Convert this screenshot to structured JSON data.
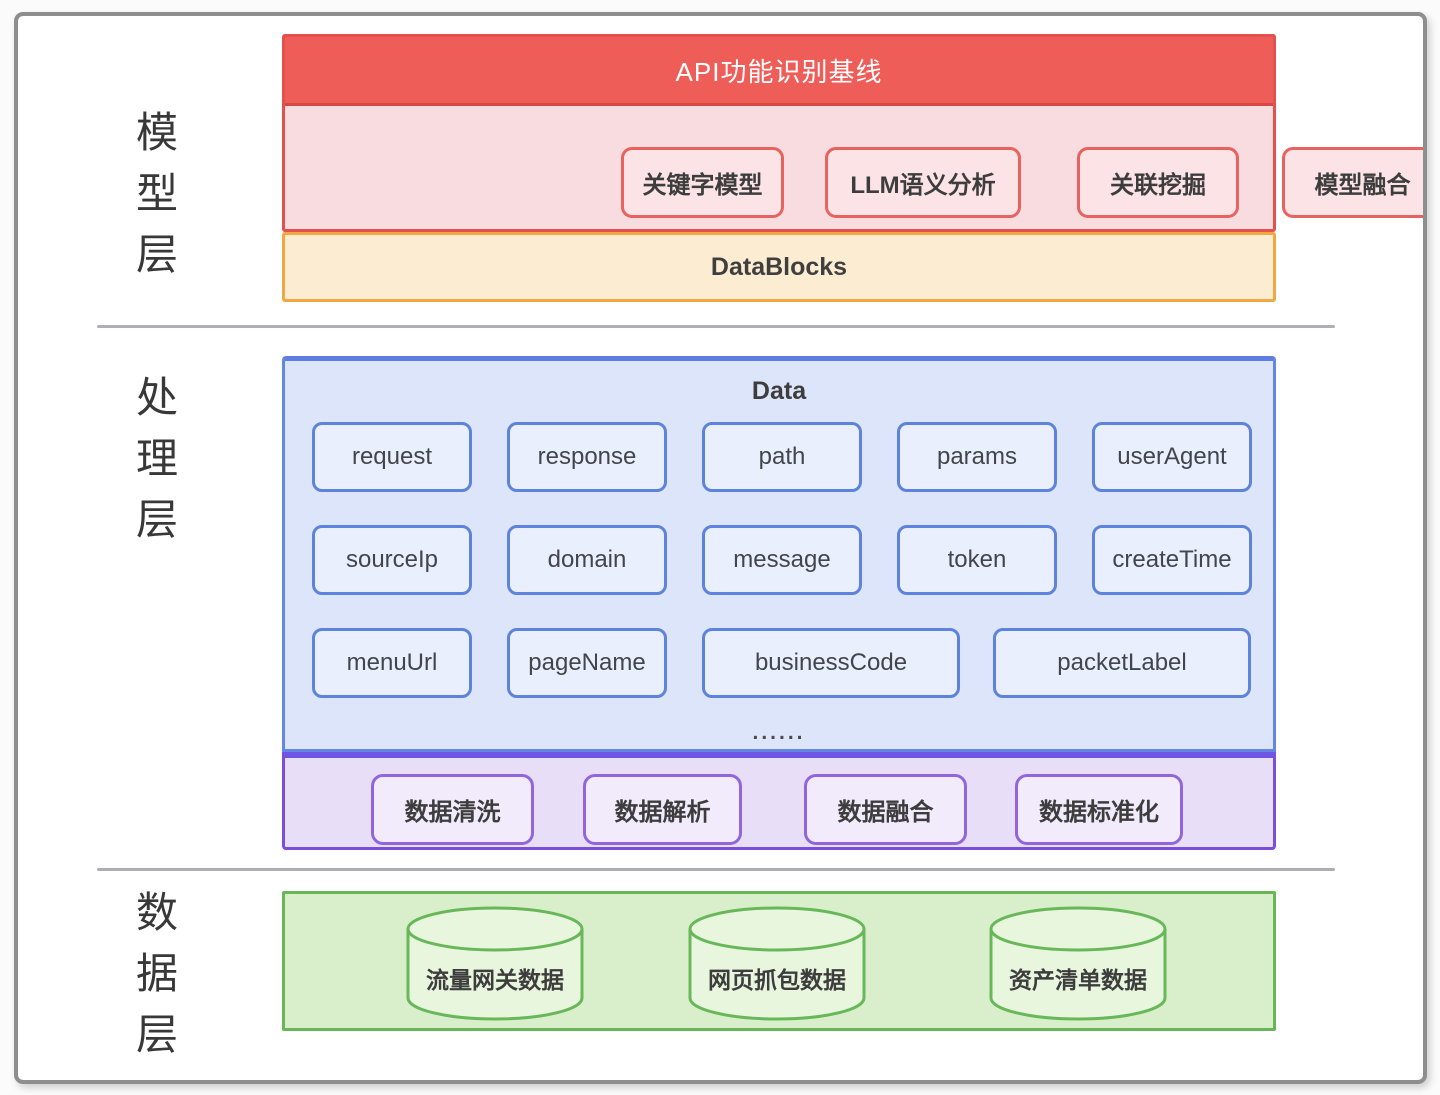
{
  "model_layer": {
    "label_chars": [
      "模",
      "型",
      "层"
    ],
    "banner": "API功能识别基线",
    "models": [
      "关键字模型",
      "LLM语义分析",
      "关联挖掘",
      "模型融合"
    ],
    "datablocks": "DataBlocks"
  },
  "processing_layer": {
    "label_chars": [
      "处",
      "理",
      "层"
    ],
    "data_title": "Data",
    "fields_row1": [
      "request",
      "response",
      "path",
      "params",
      "userAgent"
    ],
    "fields_row2": [
      "sourceIp",
      "domain",
      "message",
      "token",
      "createTime"
    ],
    "fields_row3": [
      "menuUrl",
      "pageName",
      "businessCode",
      "packetLabel"
    ],
    "ellipsis": "......",
    "steps": [
      "数据清洗",
      "数据解析",
      "数据融合",
      "数据标准化"
    ]
  },
  "data_layer": {
    "label_chars": [
      "数",
      "据",
      "层"
    ],
    "sources": [
      "流量网关数据",
      "网页抓包数据",
      "资产清单数据"
    ]
  },
  "colors": {
    "banner_red": "#ef5d59",
    "red_border": "#e3504d",
    "pink_bg": "#f9dce0",
    "pink_box_bg": "#fbe3e6",
    "orange_border": "#f2a744",
    "orange_bg": "#fcedd2",
    "blue_border": "#6487e4",
    "blue_bg": "#dce5f9",
    "field_box_bg": "#e9effc",
    "field_box_border": "#5d83dc",
    "purple_border": "#7b4fd8",
    "purple_bg": "#e9def8",
    "step_box_bg": "#f2ebfc",
    "step_box_border": "#9166dd",
    "green_border": "#67b757",
    "green_bg": "#d9efcc",
    "cylinder_bg": "#e8f6de",
    "divider_gray": "#aeaeb4",
    "text_dark": "#3c3c3c",
    "banner_text": "#ffffff"
  }
}
